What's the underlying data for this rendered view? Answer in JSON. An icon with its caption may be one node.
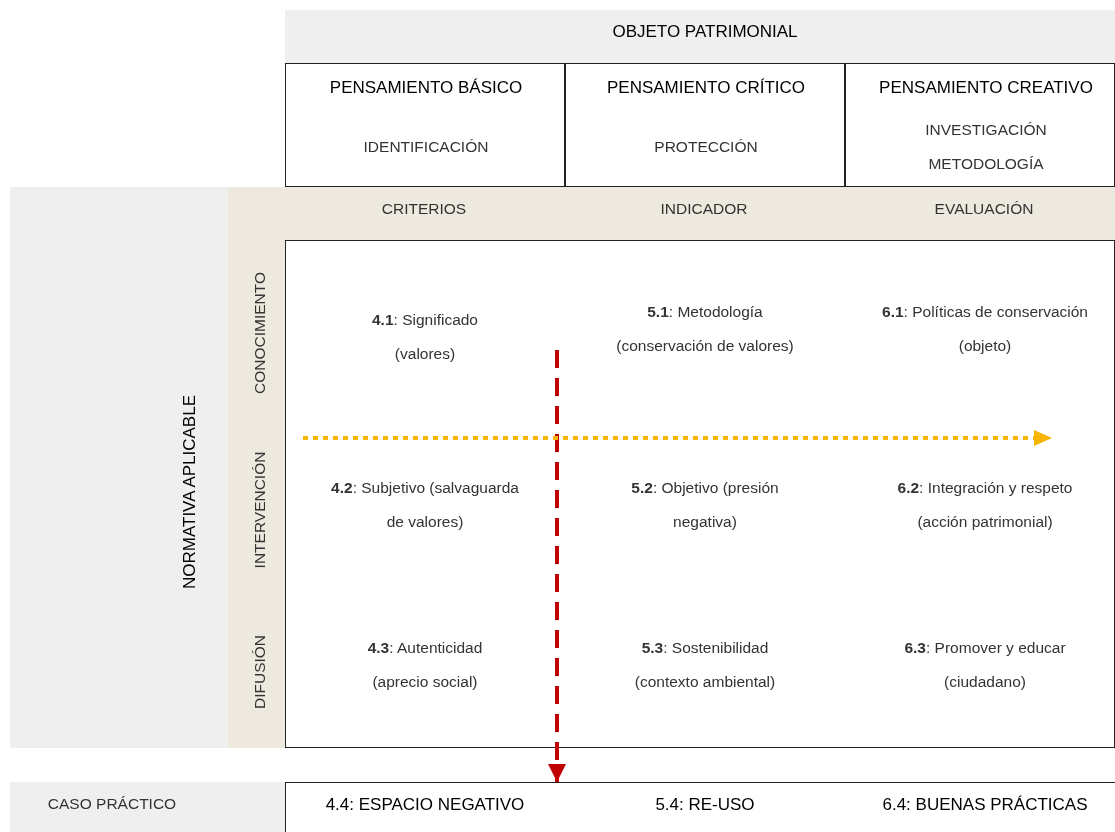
{
  "diagram": {
    "nodes": [
      {
        "text": [
          "OBJETO PATRIMONIAL"
        ]
      },
      {
        "text": [
          "PENSAMIENTO BÁSICO",
          "IDENTIFICACIÓN"
        ]
      },
      {
        "text": [
          "PENSAMIENTO CRÍTICO",
          "PROTECCIÓN"
        ]
      },
      {
        "text": [
          "PENSAMIENTO CREATIVO",
          "INVESTIGACIÓN METODOLOGÍA"
        ]
      },
      {
        "text": [
          "NORMATIVA  APLICABLE"
        ]
      },
      {
        "text": [
          "CRITERIOS",
          "INDICADOR",
          "EVALUACIÓN"
        ]
      },
      {
        "text": [
          "CONOCIMIENTO",
          "INTERVENCIÓN",
          "DIFUSIÓN"
        ],
        "in": 4
      },
      {
        "text": [
          "**4.1**: Significado (valores)",
          "**5.1**: Metodología (conservación de valores)",
          "**6.1**: Políticas de conservación (objeto)",
          "**4.2**: Subjetivo (salvaguarda de valores)",
          "**5.2**: Objetivo (presión negativa)",
          "**6.2**: Integración y respeto (acción patrimonial)",
          "**4.3**: Autenticidad (aprecio social)",
          "**5.3**: Sostenibilidad (contexto ambiental)",
          "**6.3**: Promover y educar (ciudadano)"
        ]
      },
      {
        "text": [
          "CASO PRÁCTICO"
        ]
      },
      {
        "text": [
          "4.4: ESPACIO NEGATIVO",
          "5.4: RE-USO",
          "6.4: BUENAS PRÁCTICAS"
        ]
      }
    ],
    "edges": [
      {
        "from": 7,
        "to": 9,
        "arrow": "to",
        "style": "dashed",
        "color": "#c00000"
      }
    ]
  }
}
